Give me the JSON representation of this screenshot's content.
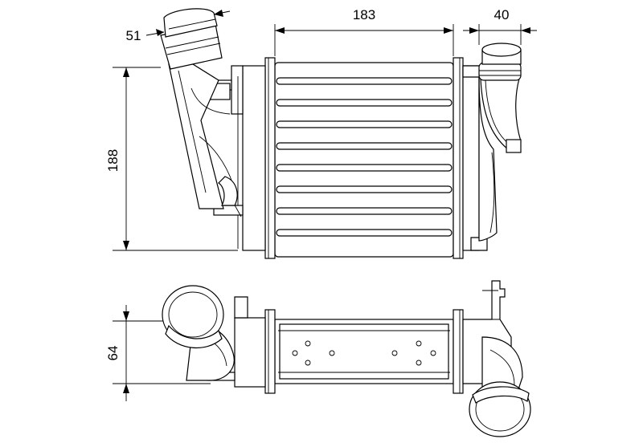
{
  "dimensions": {
    "width_core": "183",
    "outlet_offset": "40",
    "inlet_diameter": "51",
    "height": "188",
    "depth": "64"
  }
}
